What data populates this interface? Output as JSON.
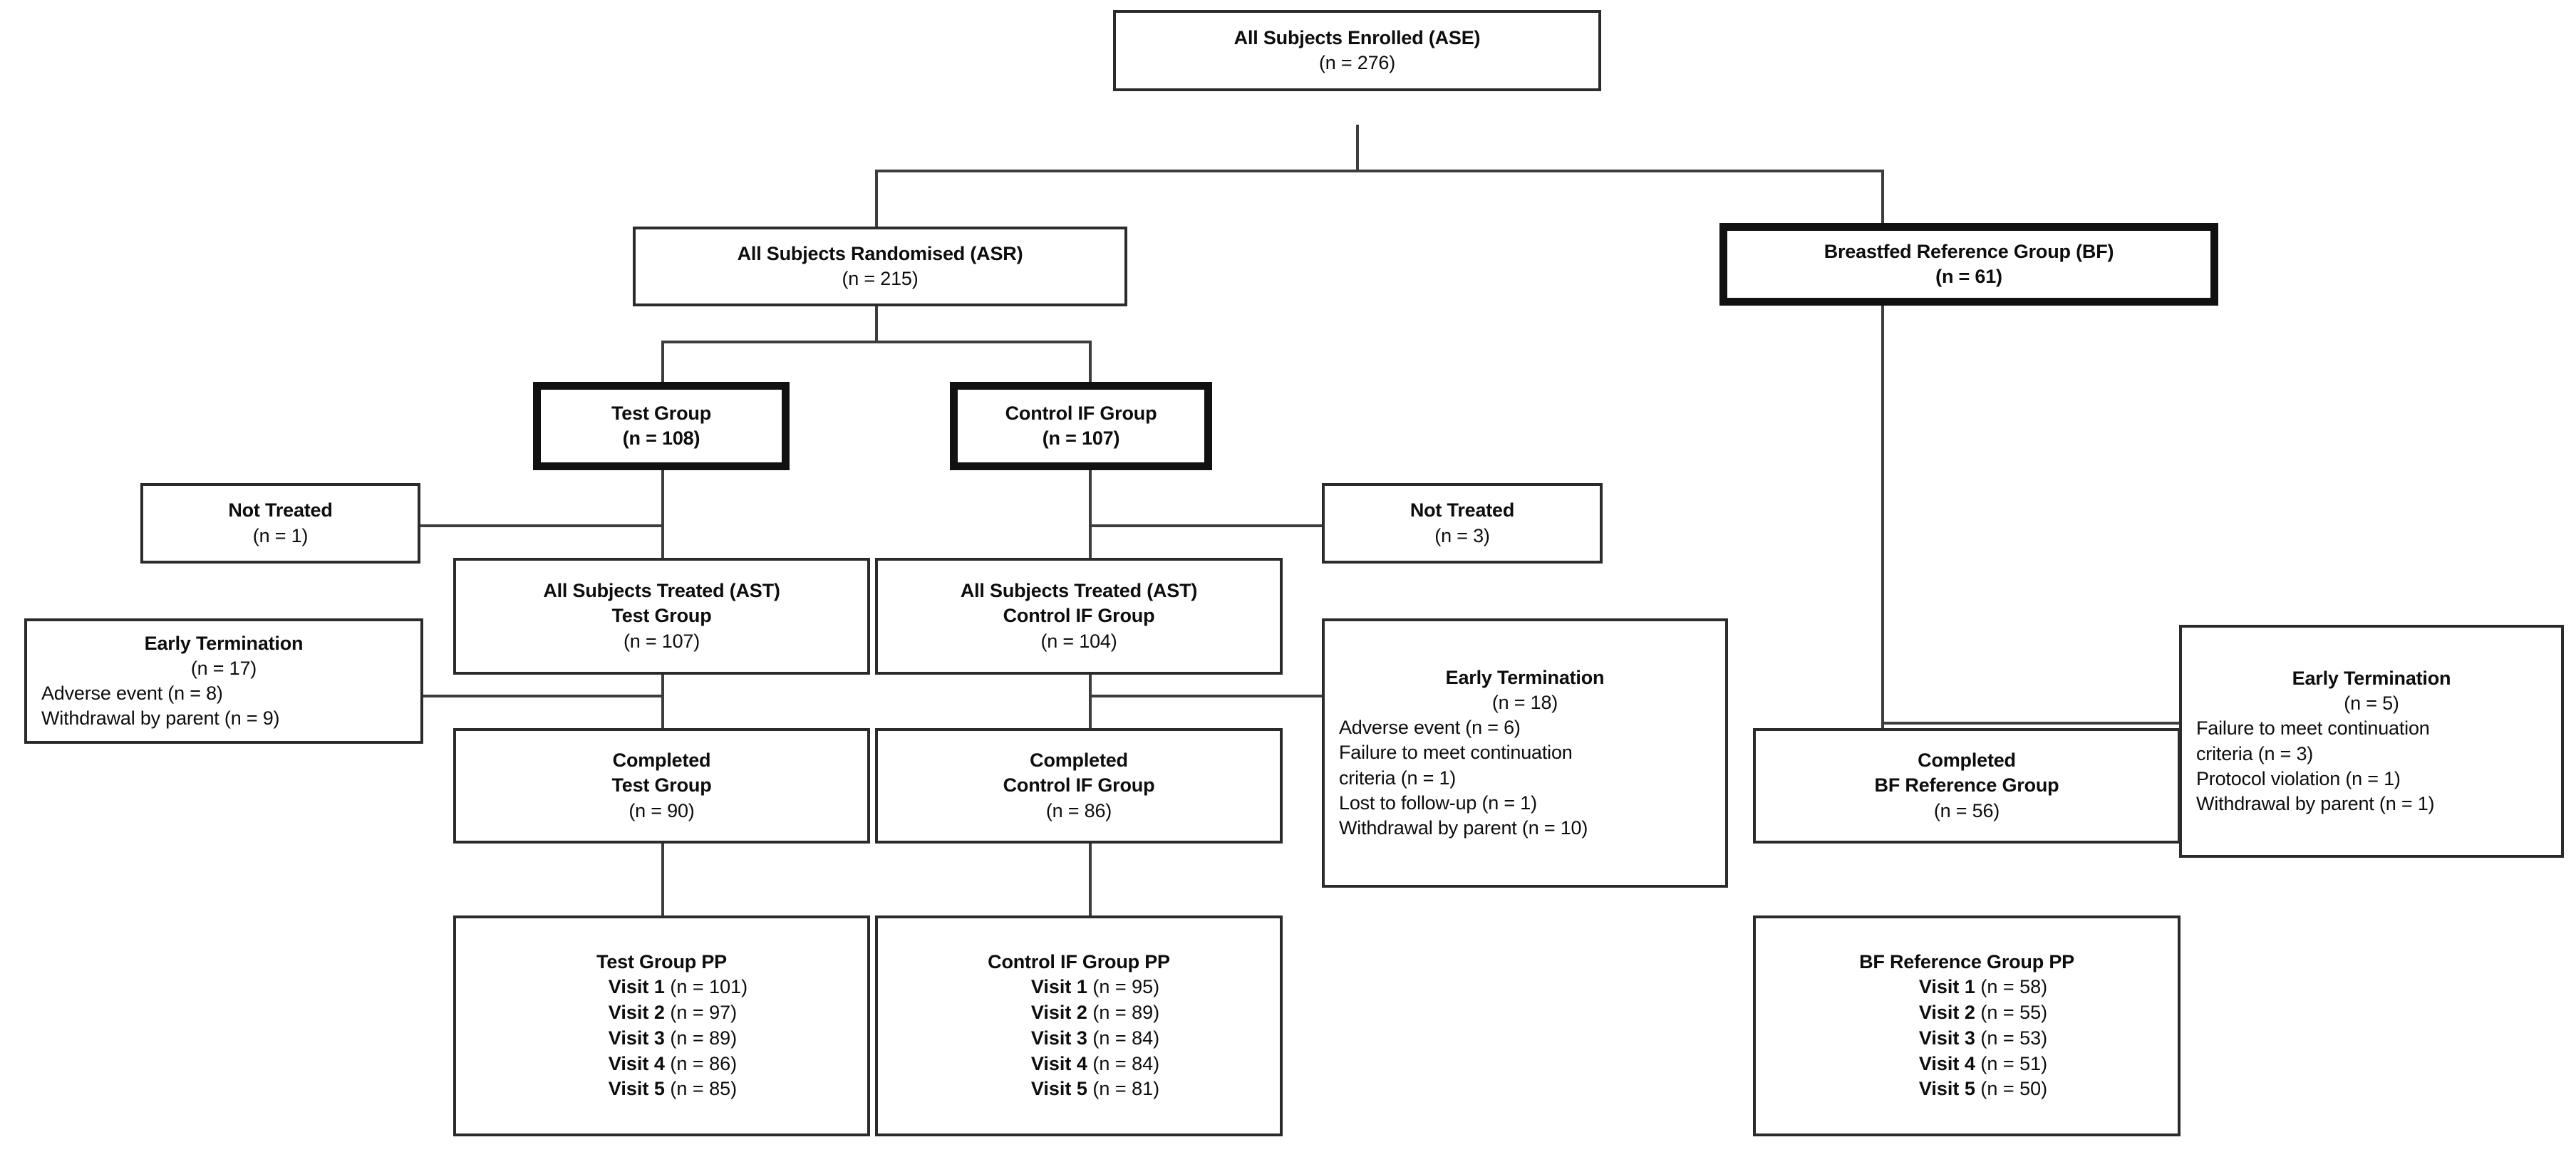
{
  "diagram": {
    "type": "consort-flow-diagram",
    "nodes": {
      "ase": {
        "title": "All Subjects Enrolled (ASE)",
        "n": "(n = 276)"
      },
      "asr": {
        "title": "All Subjects Randomised (ASR)",
        "n": "(n = 215)"
      },
      "bf": {
        "title": "Breastfed Reference Group (BF)",
        "n": "(n = 61)"
      },
      "test": {
        "title": "Test Group",
        "n": "(n = 108)"
      },
      "control": {
        "title": "Control IF Group",
        "n": "(n = 107)"
      },
      "not_treated_test": {
        "title": "Not Treated",
        "n": "(n = 1)"
      },
      "not_treated_control": {
        "title": "Not Treated",
        "n": "(n = 3)"
      },
      "ast_test": {
        "title": "All Subjects Treated (AST)",
        "subtitle": "Test Group",
        "n": "(n = 107)"
      },
      "ast_control": {
        "title": "All Subjects Treated (AST)",
        "subtitle": "Control IF Group",
        "n": "(n = 104)"
      },
      "et_test": {
        "title": "Early Termination",
        "n": "(n = 17)",
        "reasons": [
          "Adverse event (n = 8)",
          "Withdrawal by parent (n = 9)"
        ]
      },
      "et_control": {
        "title": "Early Termination",
        "n": "(n = 18)",
        "reasons": [
          "Adverse event (n = 6)",
          "Failure to meet continuation",
          "criteria (n = 1)",
          "Lost to follow-up (n = 1)",
          "Withdrawal by parent (n = 10)"
        ]
      },
      "et_bf": {
        "title": "Early Termination",
        "n": "(n = 5)",
        "reasons": [
          "Failure to meet continuation",
          "criteria (n = 3)",
          "Protocol violation (n = 1)",
          "Withdrawal by parent (n = 1)"
        ]
      },
      "completed_test": {
        "title": "Completed",
        "subtitle": "Test Group",
        "n": "(n = 90)"
      },
      "completed_control": {
        "title": "Completed",
        "subtitle": "Control IF Group",
        "n": "(n = 86)"
      },
      "completed_bf": {
        "title": "Completed",
        "subtitle": "BF Reference Group",
        "n": "(n = 56)"
      },
      "pp_test": {
        "title": "Test Group PP",
        "visits": [
          {
            "label": "Visit 1",
            "n": "(n = 101)"
          },
          {
            "label": "Visit 2",
            "n": "(n = 97)"
          },
          {
            "label": "Visit 3",
            "n": "(n = 89)"
          },
          {
            "label": "Visit 4",
            "n": "(n = 86)"
          },
          {
            "label": "Visit 5",
            "n": "(n = 85)"
          }
        ]
      },
      "pp_control": {
        "title": "Control IF Group PP",
        "visits": [
          {
            "label": "Visit 1",
            "n": "(n = 95)"
          },
          {
            "label": "Visit 2",
            "n": "(n = 89)"
          },
          {
            "label": "Visit 3",
            "n": "(n = 84)"
          },
          {
            "label": "Visit 4",
            "n": "(n = 84)"
          },
          {
            "label": "Visit 5",
            "n": "(n = 81)"
          }
        ]
      },
      "pp_bf": {
        "title": "BF Reference Group PP",
        "visits": [
          {
            "label": "Visit 1",
            "n": "(n = 58)"
          },
          {
            "label": "Visit 2",
            "n": "(n = 55)"
          },
          {
            "label": "Visit 3",
            "n": "(n = 53)"
          },
          {
            "label": "Visit 4",
            "n": "(n = 51)"
          },
          {
            "label": "Visit 5",
            "n": "(n = 50)"
          }
        ]
      }
    },
    "colors": {
      "line": "#3d3d3d",
      "border": "#2b2b2b",
      "border_thick": "#111111",
      "text": "#0d0d0d",
      "background": "#ffffff"
    }
  }
}
